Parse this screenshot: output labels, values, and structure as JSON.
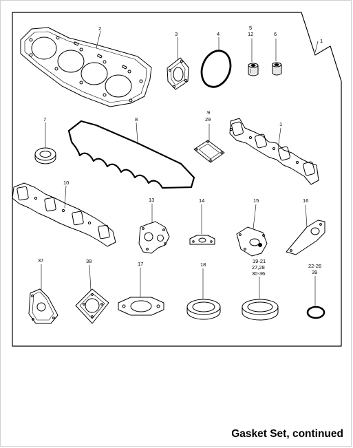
{
  "caption": "Gasket Set, continued",
  "callouts": {
    "c1_frame": "1",
    "c2": "2",
    "c3": "3",
    "c4": "4",
    "c5_12_a": "5",
    "c5_12_b": "12",
    "c6": "6",
    "c7": "7",
    "c8": "8",
    "c9_29_a": "9",
    "c9_29_b": "29",
    "c1_manifold": "1",
    "c10": "10",
    "c13": "13",
    "c14": "14",
    "c15": "15",
    "c16": "16",
    "c37": "37",
    "c38": "38",
    "c17": "17",
    "c18": "18",
    "c19_36_a": "19-21",
    "c19_36_b": "27,28",
    "c19_36_c": "30-36",
    "c22_39_a": "22-26",
    "c22_39_b": "39"
  },
  "colors": {
    "line": "#000000",
    "frame": "#000000",
    "page_border": "#cfcfcf"
  }
}
